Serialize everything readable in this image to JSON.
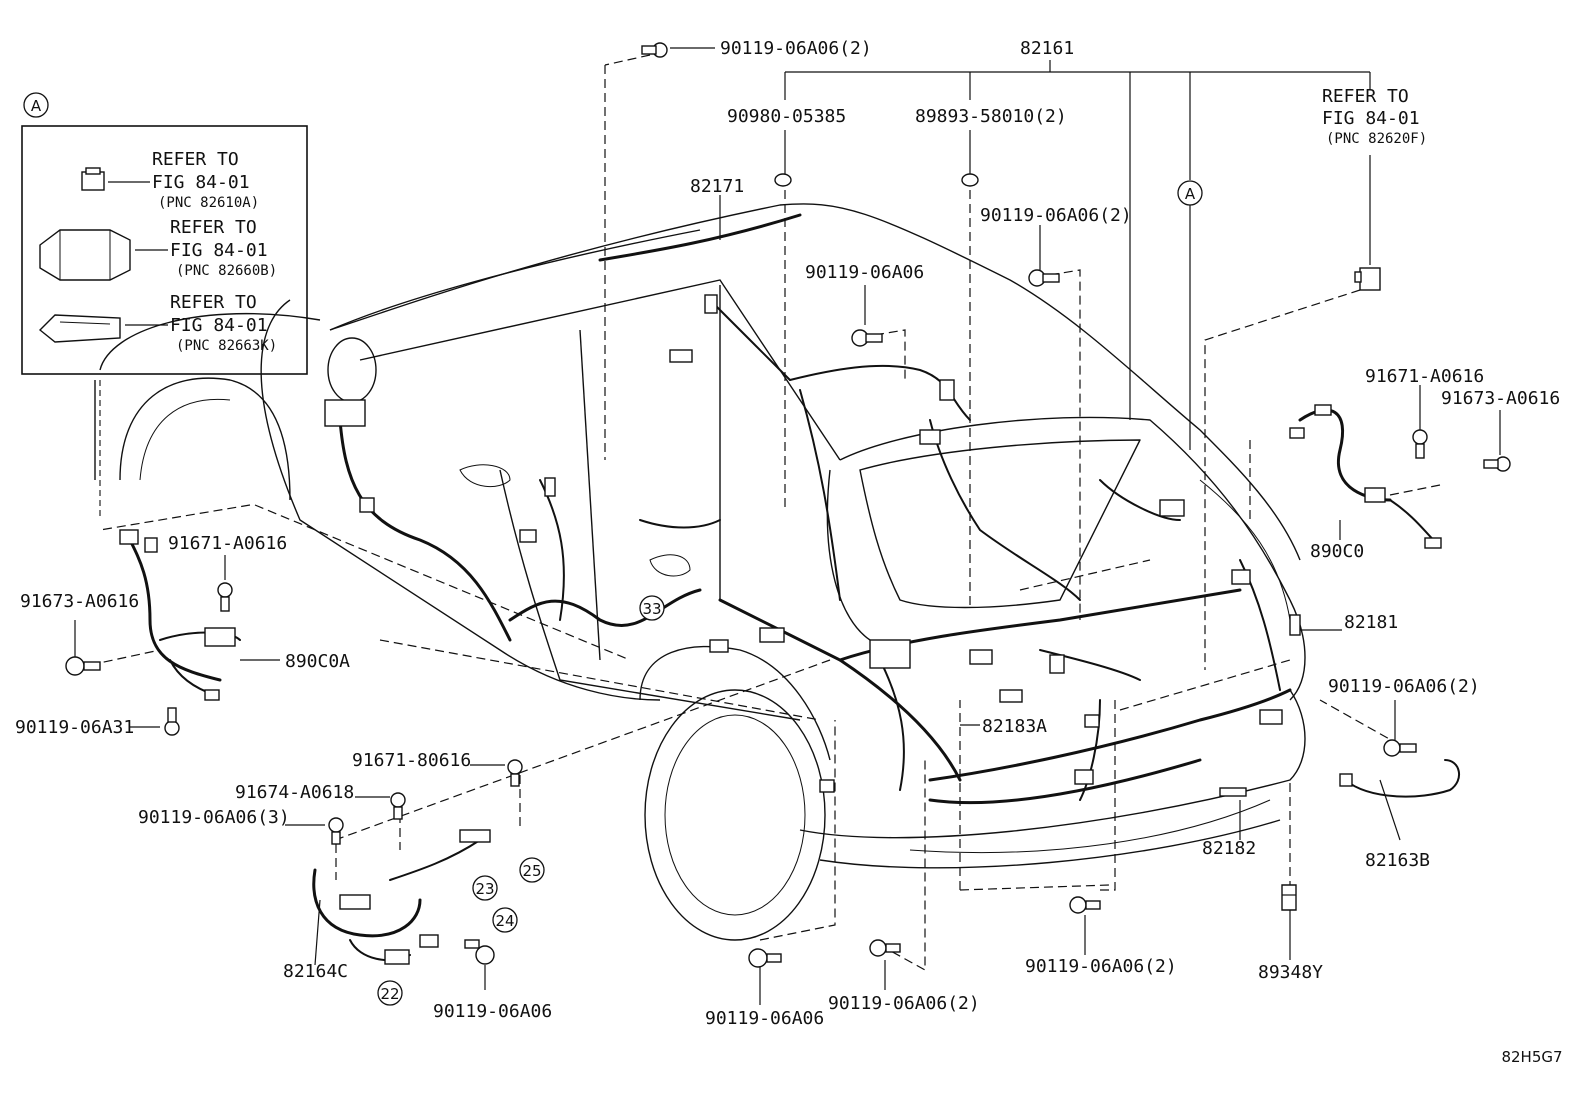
{
  "diagram_id": "82H5G7",
  "callout_marker": "A",
  "inset": {
    "marker": "A",
    "items": [
      {
        "refer": "REFER TO",
        "fig": "FIG 84-01",
        "pnc": "(PNC 82610A)",
        "icon": "relay-icon"
      },
      {
        "refer": "REFER TO",
        "fig": "FIG 84-01",
        "pnc": "(PNC 82660B)",
        "icon": "junction-block-icon"
      },
      {
        "refer": "REFER TO",
        "fig": "FIG 84-01",
        "pnc": "(PNC 82663K)",
        "icon": "bracket-icon"
      }
    ]
  },
  "refer_right": {
    "refer": "REFER TO",
    "fig": "FIG 84-01",
    "pnc": "(PNC 82620F)"
  },
  "part_labels": {
    "p82161": "82161",
    "p82171": "82171",
    "p90119_06A06_2_top": "90119-06A06(2)",
    "p90980_05385": "90980-05385",
    "p89893_58010_2": "89893-58010(2)",
    "p90119_06A06_2_mid": "90119-06A06(2)",
    "p90119_06A06_mid": "90119-06A06",
    "p91671_A0616_right": "91671-A0616",
    "p91673_A0616_right": "91673-A0616",
    "p890C0": "890C0",
    "p82181": "82181",
    "p90119_06A06_2_right": "90119-06A06(2)",
    "p82163B": "82163B",
    "p82182": "82182",
    "p89348Y": "89348Y",
    "p90119_06A06_2_bc": "90119-06A06(2)",
    "p90119_06A06_2_bl": "90119-06A06(2)",
    "p90119_06A06_b": "90119-06A06",
    "p82183A": "82183A",
    "p91671_A0616_left": "91671-A0616",
    "p91673_A0616_left": "91673-A0616",
    "p890C0A": "890C0A",
    "p90119_06A31": "90119-06A31",
    "p91671_80616": "91671-80616",
    "p91674_A0618": "91674-A0618",
    "p90119_06A06_3": "90119-06A06(3)",
    "p82164C": "82164C",
    "p90119_06A06_bll": "90119-06A06"
  },
  "ref_circles": {
    "c22": "22",
    "c23": "23",
    "c24": "24",
    "c25": "25",
    "c33": "33"
  }
}
